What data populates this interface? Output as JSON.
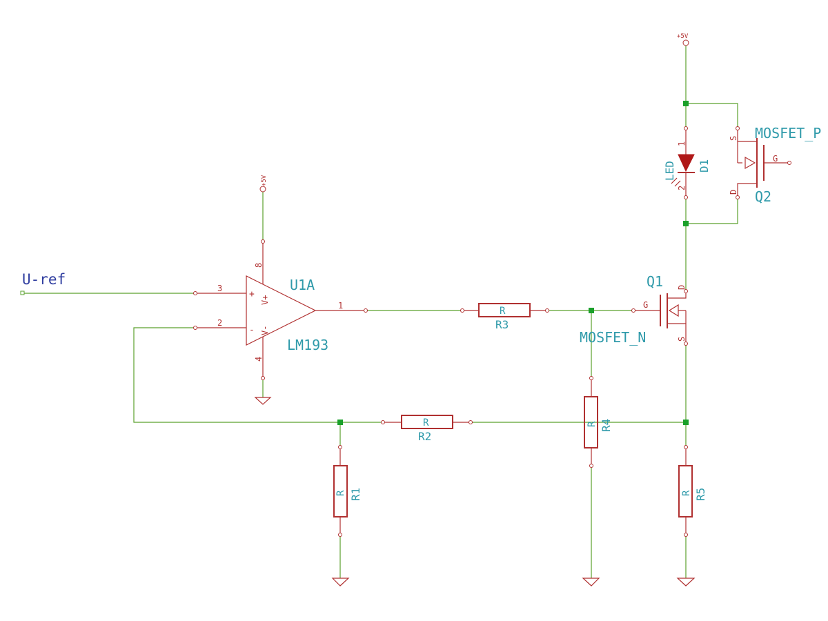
{
  "net_label": "U-ref",
  "power_label": "+5V",
  "opamp": {
    "ref": "U1A",
    "value": "LM193",
    "pin_plus": "3",
    "pin_minus": "2",
    "pin_out": "1",
    "pin_vplus": "8",
    "pin_vminus": "4",
    "sym_plus": "+",
    "sym_minus": "-",
    "sym_vplus": "V+",
    "sym_vminus": "V-"
  },
  "resistors": [
    {
      "ref": "R1",
      "value": "R"
    },
    {
      "ref": "R2",
      "value": "R"
    },
    {
      "ref": "R3",
      "value": "R"
    },
    {
      "ref": "R4",
      "value": "R"
    },
    {
      "ref": "R5",
      "value": "R"
    }
  ],
  "q1": {
    "ref": "Q1",
    "value": "MOSFET_N",
    "pin_g": "G",
    "pin_d": "D",
    "pin_s": "S"
  },
  "q2": {
    "ref": "Q2",
    "value": "MOSFET_P",
    "pin_g": "G",
    "pin_d": "D",
    "pin_s": "S"
  },
  "d1": {
    "ref": "D1",
    "value": "LED",
    "pin_1": "1",
    "pin_2": "2"
  }
}
